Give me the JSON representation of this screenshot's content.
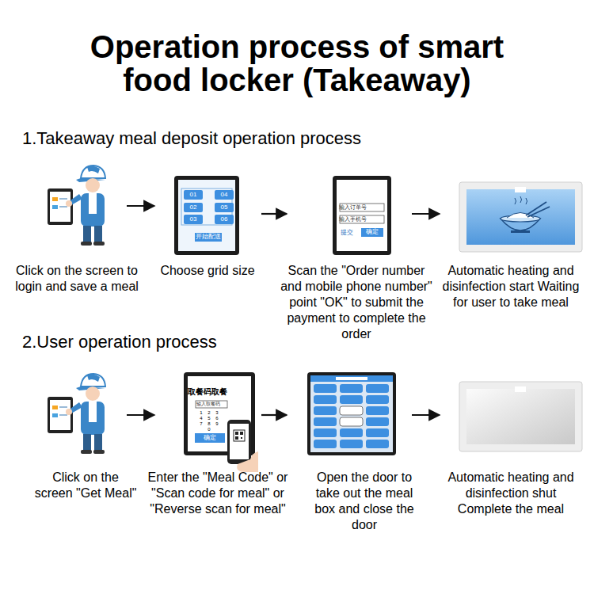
{
  "diagram": {
    "title": "Operation process of smart food locker (Takeaway)",
    "nodes": [
      {
        "text": [
          "Click on the screen to login and save a meal"
        ]
      },
      {
        "text": [
          "Choose grid size"
        ]
      },
      {
        "text": [
          "Scan the \"Order number and mobile phone number\" point \"OK\" to submit the payment to complete the order"
        ]
      },
      {
        "text": [
          "Automatic heating and disinfection start Waiting for user to take meal"
        ]
      },
      {
        "text": [
          "Click on the screen \"Get Meal\""
        ]
      },
      {
        "text": [
          "Enter the \"Meal Code\" or \"Scan code for meal\" or \"Reverse scan for meal\""
        ]
      },
      {
        "text": [
          "Open the door to take out the meal box and close the door"
        ]
      },
      {
        "text": [
          "Automatic heating and disinfection shut Complete the meal"
        ]
      }
    ],
    "edges": [
      {
        "from": 0,
        "to": 1,
        "arrow": "to"
      },
      {
        "from": 1,
        "to": 2,
        "arrow": "to"
      },
      {
        "from": 2,
        "to": 3,
        "arrow": "to"
      },
      {
        "from": 4,
        "to": 5,
        "arrow": "to"
      },
      {
        "from": 5,
        "to": 6,
        "arrow": "to"
      },
      {
        "from": 6,
        "to": 7,
        "arrow": "to"
      }
    ],
    "labels": [
      "1.Takeaway meal deposit operation process",
      "2.User operation process",
      "01",
      "04",
      "02",
      "05",
      "03",
      "06",
      "开始配送",
      "输入订单号",
      "输入手机号",
      "提交",
      "确定",
      "取餐码取餐",
      "输入取餐码",
      "1",
      "2",
      "3",
      "4",
      "5",
      "6",
      "7",
      "8",
      "9",
      "0",
      "确定"
    ]
  }
}
